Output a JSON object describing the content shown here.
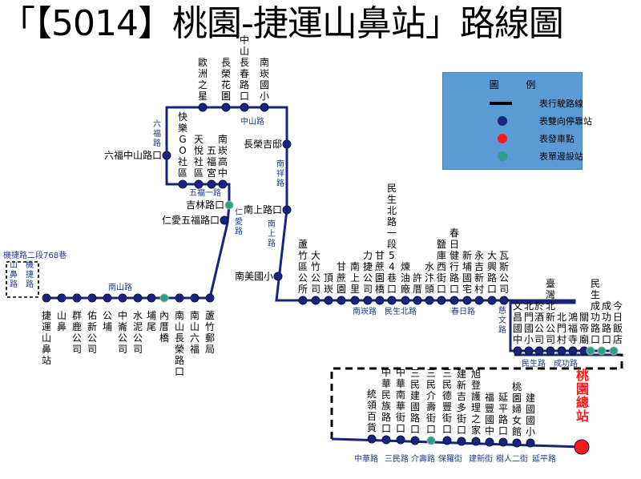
{
  "title": "「【5014】桃園-捷運山鼻站」路線圖",
  "legend": {
    "title": "圖 例",
    "items": [
      {
        "symbol": "line",
        "label": "表行駛路線",
        "color": "#000000"
      },
      {
        "symbol": "dot",
        "label": "表雙向停靠站",
        "color": "#1a237e"
      },
      {
        "symbol": "dot",
        "label": "表發車點",
        "color": "#ff1a1a"
      },
      {
        "symbol": "dot",
        "label": "表單邊設站",
        "color": "#2e9e8a"
      }
    ]
  },
  "colors": {
    "route": "#1a237e",
    "bidirectional_stop": "#1a237e",
    "terminal": "#ff1a1a",
    "single_side_stop": "#2e9e8a",
    "road_label": "#1f3a8f"
  },
  "roads": [
    "中山路",
    "六福路",
    "五福一路",
    "仁愛路",
    "南祥路",
    "南上路",
    "南山路",
    "機捷路二段768巷",
    "山鼻路",
    "機捷路",
    "南崁路",
    "民生北路",
    "春日路",
    "慈文路",
    "民生路",
    "成功路",
    "中華路",
    "三民路",
    "介壽路",
    "保羅街",
    "建新街",
    "樹人二街",
    "延平路"
  ],
  "stops": [
    {
      "name": "捷運山鼻站"
    },
    {
      "name": "山鼻"
    },
    {
      "name": "群鹿公司"
    },
    {
      "name": "佑新公司"
    },
    {
      "name": "公埔"
    },
    {
      "name": "中崙公司"
    },
    {
      "name": "水泥公司"
    },
    {
      "name": "埔尾"
    },
    {
      "name": "內厝橋"
    },
    {
      "name": "南山長榮路口"
    },
    {
      "name": "南山六福"
    },
    {
      "name": "蘆竹郵局"
    },
    {
      "name": "仁愛五福路口"
    },
    {
      "name": "吉林路口"
    },
    {
      "name": "快樂GO社區"
    },
    {
      "name": "天悅社區"
    },
    {
      "name": "五福宮"
    },
    {
      "name": "南崁高中"
    },
    {
      "name": "六福中山路口"
    },
    {
      "name": "歐洲之星"
    },
    {
      "name": "長榮花園"
    },
    {
      "name": "中山長春路口"
    },
    {
      "name": "南崁國小"
    },
    {
      "name": "長榮吉邸"
    },
    {
      "name": "南上路口"
    },
    {
      "name": "南美國小"
    },
    {
      "name": "蘆竹區公所"
    },
    {
      "name": "大竹公司"
    },
    {
      "name": "頂崁"
    },
    {
      "name": "甘蔗園"
    },
    {
      "name": "南上里"
    },
    {
      "name": "力捷公司"
    },
    {
      "name": "甘蔗園橋"
    },
    {
      "name": "民生北路一段54巷口"
    },
    {
      "name": "煉油廠"
    },
    {
      "name": "許厝"
    },
    {
      "name": "水汴頭"
    },
    {
      "name": "鹽庫西街口"
    },
    {
      "name": "春日健行路口"
    },
    {
      "name": "新埔國宅"
    },
    {
      "name": "永吉新村"
    },
    {
      "name": "大興路口"
    },
    {
      "name": "瓦斯公司"
    },
    {
      "name": "文昌國中"
    },
    {
      "name": "北門國小"
    },
    {
      "name": "於酒公司"
    },
    {
      "name": "臺灣北新公司"
    },
    {
      "name": "北門村"
    },
    {
      "name": "鴻福寺"
    },
    {
      "name": "關帝廟"
    },
    {
      "name": "民生成功路口"
    },
    {
      "name": "成功路口"
    },
    {
      "name": "今日飯店"
    },
    {
      "name": "桃園總站"
    },
    {
      "name": "建國國小"
    },
    {
      "name": "桃園婦女館"
    },
    {
      "name": "延平路口"
    },
    {
      "name": "福豐國中"
    },
    {
      "name": "旭登護理之家"
    },
    {
      "name": "建新吉多街口"
    },
    {
      "name": "三民德豐街口"
    },
    {
      "name": "三民介壽街口"
    },
    {
      "name": "三民建國路口"
    },
    {
      "name": "中華南華街口"
    },
    {
      "name": "中華民族路口"
    },
    {
      "name": "統領百貨"
    }
  ]
}
